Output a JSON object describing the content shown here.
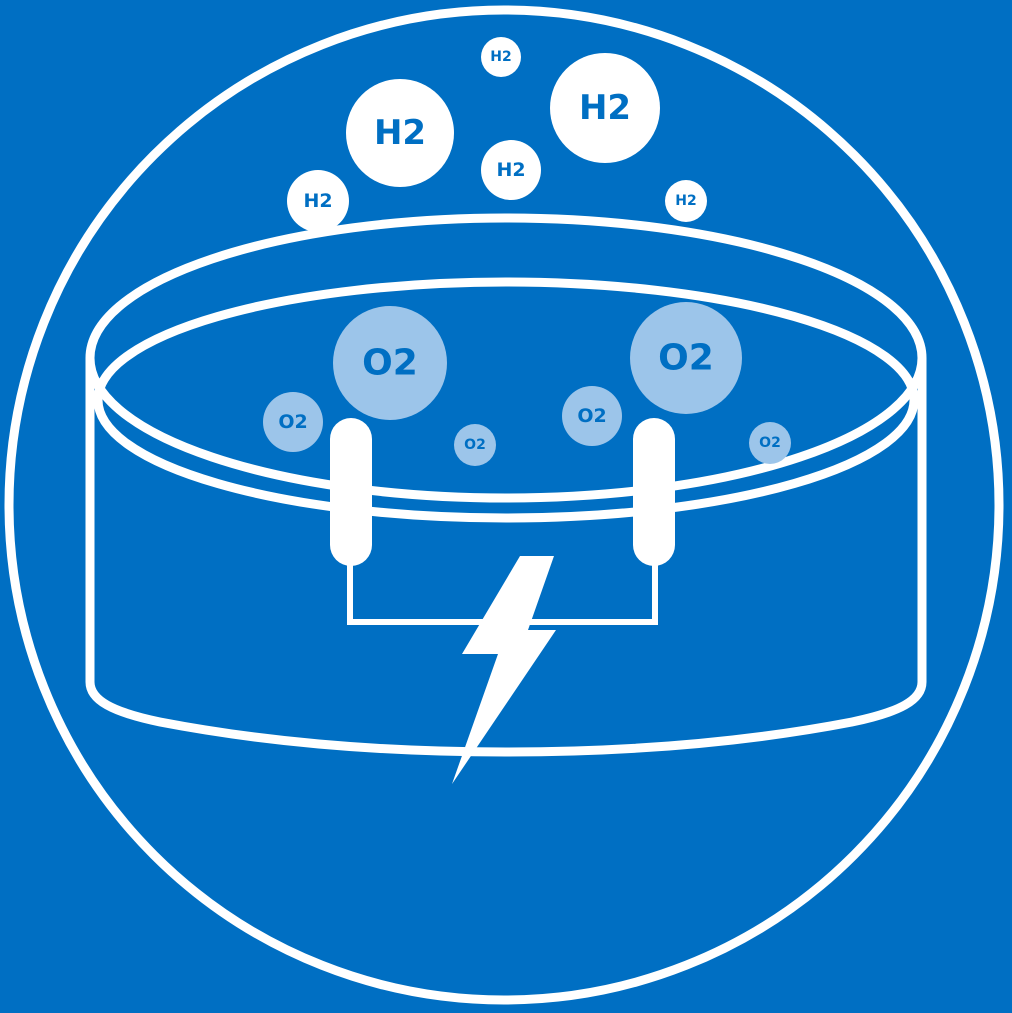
{
  "colors": {
    "background": "#006fc3",
    "line": "#ffffff",
    "h2_bubble": "#ffffff",
    "h2_text": "#006fc3",
    "o2_bubble": "#9cc5ea",
    "o2_text": "#006fc3"
  },
  "icons": [
    "outer-circle",
    "tank",
    "electrode",
    "lightning-bolt",
    "h2-bubble",
    "o2-bubble"
  ],
  "h2_bubbles": [
    {
      "label": "H2"
    },
    {
      "label": "H2"
    },
    {
      "label": "H2"
    },
    {
      "label": "H2"
    },
    {
      "label": "H2"
    },
    {
      "label": "H2"
    }
  ],
  "o2_bubbles": [
    {
      "label": "O2"
    },
    {
      "label": "O2"
    },
    {
      "label": "O2"
    },
    {
      "label": "O2"
    },
    {
      "label": "O2"
    },
    {
      "label": "O2"
    }
  ]
}
